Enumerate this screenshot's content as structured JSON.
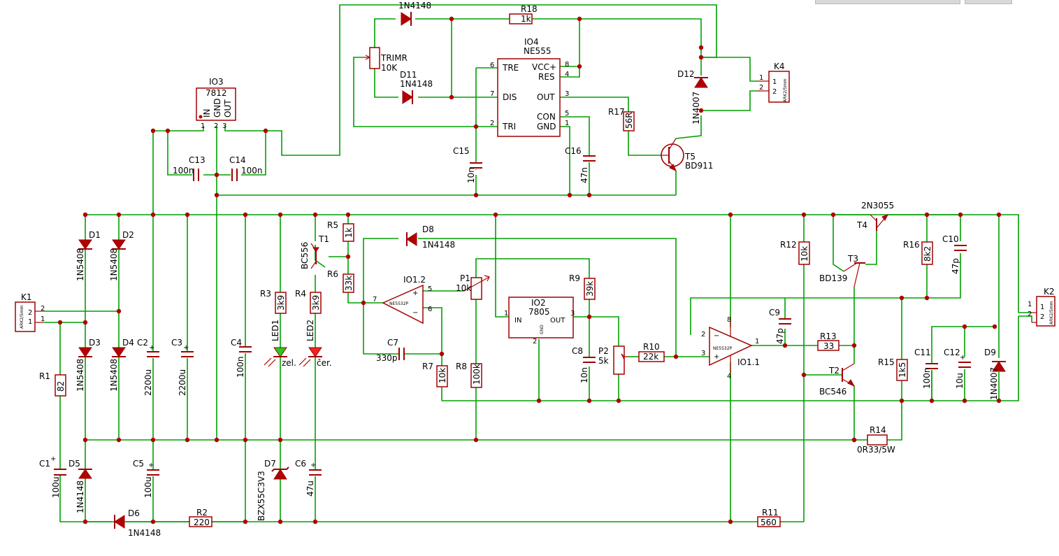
{
  "components": {
    "D1": {
      "ref": "D1",
      "val": "1N5408"
    },
    "D2": {
      "ref": "D2",
      "val": "1N5408"
    },
    "D3": {
      "ref": "D3",
      "val": "1N5408"
    },
    "D4": {
      "ref": "D4",
      "val": "1N5408"
    },
    "D5": {
      "ref": "D5",
      "val": "1N4148"
    },
    "D6": {
      "ref": "D6",
      "val": "1N4148"
    },
    "D7": {
      "ref": "D7",
      "val": "BZX55C3V3"
    },
    "D8": {
      "ref": "D8",
      "val": "1N4148"
    },
    "D9": {
      "ref": "D9",
      "val": "1N4007"
    },
    "D11": {
      "ref": "D11",
      "val": "1N4148"
    },
    "D12": {
      "ref": "D12",
      "val": "1N4007"
    },
    "D13": {
      "ref": "",
      "val": "1N4148"
    },
    "R1": {
      "ref": "R1",
      "val": "82"
    },
    "R2": {
      "ref": "R2",
      "val": "220"
    },
    "R3": {
      "ref": "R3",
      "val": "3k9"
    },
    "R4": {
      "ref": "R4",
      "val": "3k9"
    },
    "R5": {
      "ref": "R5",
      "val": "1k"
    },
    "R6": {
      "ref": "R6",
      "val": "33k"
    },
    "R7": {
      "ref": "R7",
      "val": "10k"
    },
    "R8": {
      "ref": "R8",
      "val": "100k"
    },
    "R9": {
      "ref": "R9",
      "val": "39k"
    },
    "R10": {
      "ref": "R10",
      "val": "22k"
    },
    "R11": {
      "ref": "R11",
      "val": "560"
    },
    "R12": {
      "ref": "R12",
      "val": "10k"
    },
    "R13": {
      "ref": "R13",
      "val": "33"
    },
    "R14": {
      "ref": "R14",
      "val": "0R33/5W"
    },
    "R15": {
      "ref": "R15",
      "val": "1k5"
    },
    "R16": {
      "ref": "R16",
      "val": "8k2"
    },
    "R17": {
      "ref": "R17",
      "val": "56R"
    },
    "R18": {
      "ref": "R18",
      "val": "1k"
    },
    "C1": {
      "ref": "C1",
      "val": "100u"
    },
    "C2": {
      "ref": "C2",
      "val": "2200u"
    },
    "C3": {
      "ref": "C3",
      "val": "2200u"
    },
    "C4": {
      "ref": "C4",
      "val": "100n"
    },
    "C5": {
      "ref": "C5",
      "val": "100u"
    },
    "C6": {
      "ref": "C6",
      "val": "47u"
    },
    "C7": {
      "ref": "C7",
      "val": "330p"
    },
    "C8": {
      "ref": "C8",
      "val": "10n"
    },
    "C9": {
      "ref": "C9",
      "val": "47p"
    },
    "C10": {
      "ref": "C10",
      "val": "47p"
    },
    "C11": {
      "ref": "C11",
      "val": "100n"
    },
    "C12": {
      "ref": "C12",
      "val": "10u"
    },
    "C13": {
      "ref": "C13",
      "val": "100n"
    },
    "C14": {
      "ref": "C14",
      "val": "100n"
    },
    "C15": {
      "ref": "C15",
      "val": "10n"
    },
    "C16": {
      "ref": "C16",
      "val": "47n"
    },
    "P1": {
      "ref": "P1",
      "val": "10k"
    },
    "P2": {
      "ref": "P2",
      "val": "5k"
    },
    "TRIM": {
      "ref": "TRIMR",
      "val": "10K"
    },
    "T1": {
      "ref": "T1",
      "val": "BC556"
    },
    "T2": {
      "ref": "T2",
      "val": "BC546"
    },
    "T3": {
      "ref": "T3",
      "val": "BD139"
    },
    "T4": {
      "ref": "T4",
      "val": "2N3055"
    },
    "T5": {
      "ref": "T5",
      "val": "BD911"
    },
    "LED1": {
      "ref": "LED1",
      "val": "zel."
    },
    "LED2": {
      "ref": "LED2",
      "val": "čer."
    },
    "IO11": {
      "ref": "IO1.1",
      "val": "NE5532P"
    },
    "IO12": {
      "ref": "IO1.2",
      "val": "NE5532P"
    },
    "IO2": {
      "ref": "IO2",
      "val": "7805",
      "in": "IN",
      "gnd": "GND",
      "out": "OUT",
      "pin1": "1",
      "pin2": "2",
      "pin3": "3"
    },
    "IO3": {
      "ref": "IO3",
      "val": "7812",
      "in": "IN",
      "gnd": "GND",
      "out": "OUT",
      "pin1": "1",
      "pin2": "2",
      "pin3": "3"
    },
    "IO4": {
      "ref": "IO4",
      "val": "NE555",
      "tre": "TRE",
      "dis": "DIS",
      "tri": "TRI",
      "vcc": "VCC+",
      "res": "RES",
      "out": "OUT",
      "con": "CON",
      "gnd": "GND"
    },
    "K1": {
      "ref": "K1",
      "pkg": "ARK2/5mm",
      "pin1": "1",
      "pin2": "2"
    },
    "K2": {
      "ref": "K2",
      "pkg": "ARK2/5mm",
      "pin1": "1",
      "pin2": "2"
    },
    "K4": {
      "ref": "K4",
      "pkg": "ARK2/5mm",
      "pin1": "1",
      "pin2": "2"
    }
  },
  "pins": {
    "n1": "1",
    "n2": "2",
    "n3": "3",
    "n4": "4",
    "n5": "5",
    "n6": "6",
    "n7": "7",
    "n8": "8",
    "plus": "+",
    "minus": "−"
  },
  "colors": {
    "wire": "#00a000",
    "part": "#a00000",
    "junction": "#b00000",
    "led1": "#22cc22",
    "led2": "#ee2222"
  }
}
